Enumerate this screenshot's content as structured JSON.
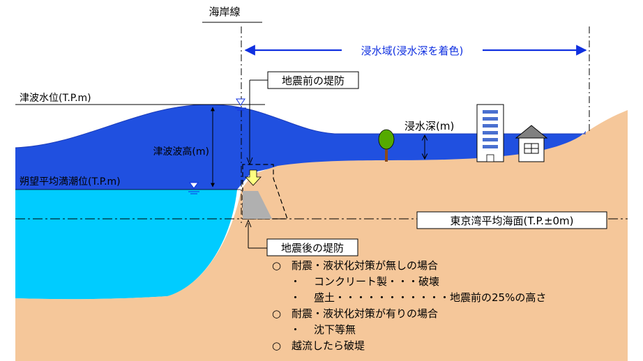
{
  "labels": {
    "coastline": "海岸線",
    "inundation_area": "浸水域(浸水深を着色)",
    "tsunami_water_level": "津波水位(T.P.m)",
    "tsunami_wave_height": "津波波高(m)",
    "mean_high_water": "朔望平均満潮位(T.P.m)",
    "inundation_depth": "浸水深(m)",
    "levee_before": "地震前の堤防",
    "levee_after": "地震後の堤防",
    "tokyo_bay_mean_sea_level": "東京湾平均海面(T.P.±0m)"
  },
  "conditions": [
    {
      "bullet": "○",
      "text": "耐震・液状化対策が無しの場合",
      "sub": false
    },
    {
      "bullet": "・",
      "text": "コンクリート製・・・破壊",
      "sub": true
    },
    {
      "bullet": "・",
      "text": "盛土・・・・・・・・・・・地震前の25%の高さ",
      "sub": true
    },
    {
      "bullet": "○",
      "text": "耐震・液状化対策が有りの場合",
      "sub": false
    },
    {
      "bullet": "・",
      "text": "沈下等無",
      "sub": true
    },
    {
      "bullet": "○",
      "text": "越流したら破堤",
      "sub": false
    }
  ],
  "colors": {
    "tsunami_water": "#2050e0",
    "sea_water": "#00ccff",
    "land": "#f5c79a",
    "levee_remains": "#b0b0b0",
    "arrow_blue": "#1030e0",
    "collapse_arrow": "#ffff80"
  }
}
